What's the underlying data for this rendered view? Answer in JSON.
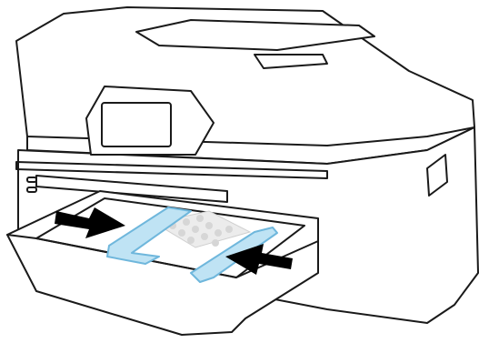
{
  "figure": {
    "subject": "printer-paper-tray-guides",
    "colors": {
      "outline": "#1a1a1a",
      "body": "#ffffff",
      "guide_fill": "#bfe3f4",
      "guide_stroke": "#6fb7dc",
      "paper_dots": "#d6d6d6",
      "arrow": "#000000"
    },
    "arrows": [
      {
        "name": "left-guide-arrow",
        "direction": "right"
      },
      {
        "name": "right-guide-arrow",
        "direction": "left"
      }
    ]
  }
}
